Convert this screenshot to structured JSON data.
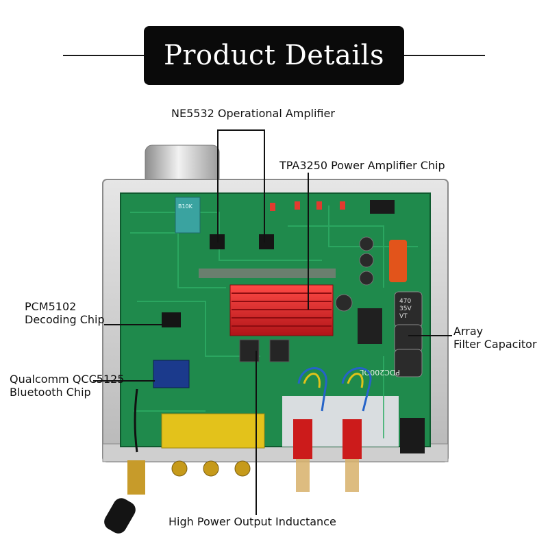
{
  "title": "Product Details",
  "labels": {
    "ne5532": "NE5532 Operational Amplifier",
    "tpa3250": "TPA3250 Power Amplifier Chip",
    "pcm5102_line1": "PCM5102",
    "pcm5102_line2": "Decoding Chip",
    "qcc5125_line1": "Qualcomm QCC5125",
    "qcc5125_line2": "Bluetooth Chip",
    "capacitor_line1": "Array",
    "capacitor_line2": "Filter Capacitor",
    "inductance": "High Power Output Inductance"
  },
  "board_markings": {
    "model": "PDC200QL",
    "cap_value": "470",
    "cap_rating": "35V",
    "cap_type": "VT",
    "pot_marking": "B10K"
  },
  "colors": {
    "title_bg": "#0a0a0a",
    "title_text": "#ffffff",
    "pcb": "#1f8a4c",
    "heatsink": "#d8262a",
    "case": "#c9c9c9",
    "terminal": "#cc1b1b",
    "rca": "#e3c21b"
  }
}
